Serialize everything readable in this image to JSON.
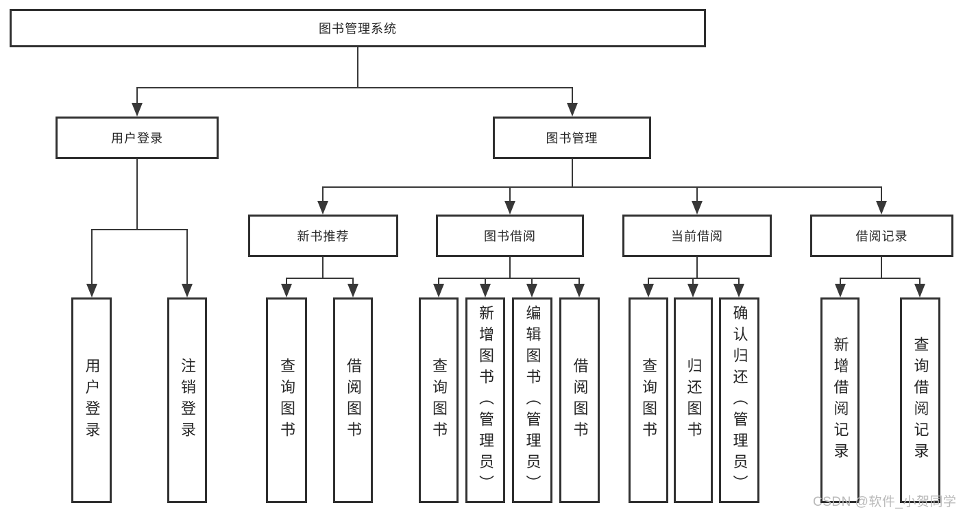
{
  "diagram": {
    "tree": {
      "label": "图书管理系统",
      "children": [
        {
          "label": "用户登录",
          "children": [
            {
              "label": "用户登录"
            },
            {
              "label": "注销登录"
            }
          ]
        },
        {
          "label": "图书管理",
          "children": [
            {
              "label": "新书推荐",
              "children": [
                {
                  "label": "查询图书"
                },
                {
                  "label": "借阅图书"
                }
              ]
            },
            {
              "label": "图书借阅",
              "children": [
                {
                  "label": "查询图书"
                },
                {
                  "label": "新增图书（管理员）"
                },
                {
                  "label": "编辑图书（管理员）"
                },
                {
                  "label": "借阅图书"
                }
              ]
            },
            {
              "label": "当前借阅",
              "children": [
                {
                  "label": "查询图书"
                },
                {
                  "label": "归还图书"
                },
                {
                  "label": "确认归还（管理员）"
                }
              ]
            },
            {
              "label": "借阅记录",
              "children": [
                {
                  "label": "新增借阅记录"
                },
                {
                  "label": "查询借阅记录"
                }
              ]
            }
          ]
        }
      ]
    }
  },
  "watermark": {
    "text": "CSDN @软件_小贺同学"
  },
  "colors": {
    "line": "#383838",
    "box_border": "#303030",
    "text": "#262626",
    "watermark": "#b9b9b9",
    "background": "#ffffff"
  }
}
